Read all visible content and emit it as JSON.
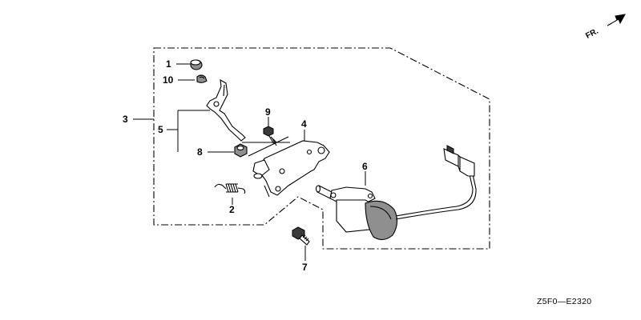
{
  "diagram": {
    "drawing_code": "Z5F0—E2320",
    "direction_label": "FR.",
    "callouts": {
      "c1": "1",
      "c2": "2",
      "c3": "3",
      "c4": "4",
      "c5": "5",
      "c6": "6",
      "c7": "7",
      "c8": "8",
      "c9": "9",
      "c10": "10"
    }
  }
}
